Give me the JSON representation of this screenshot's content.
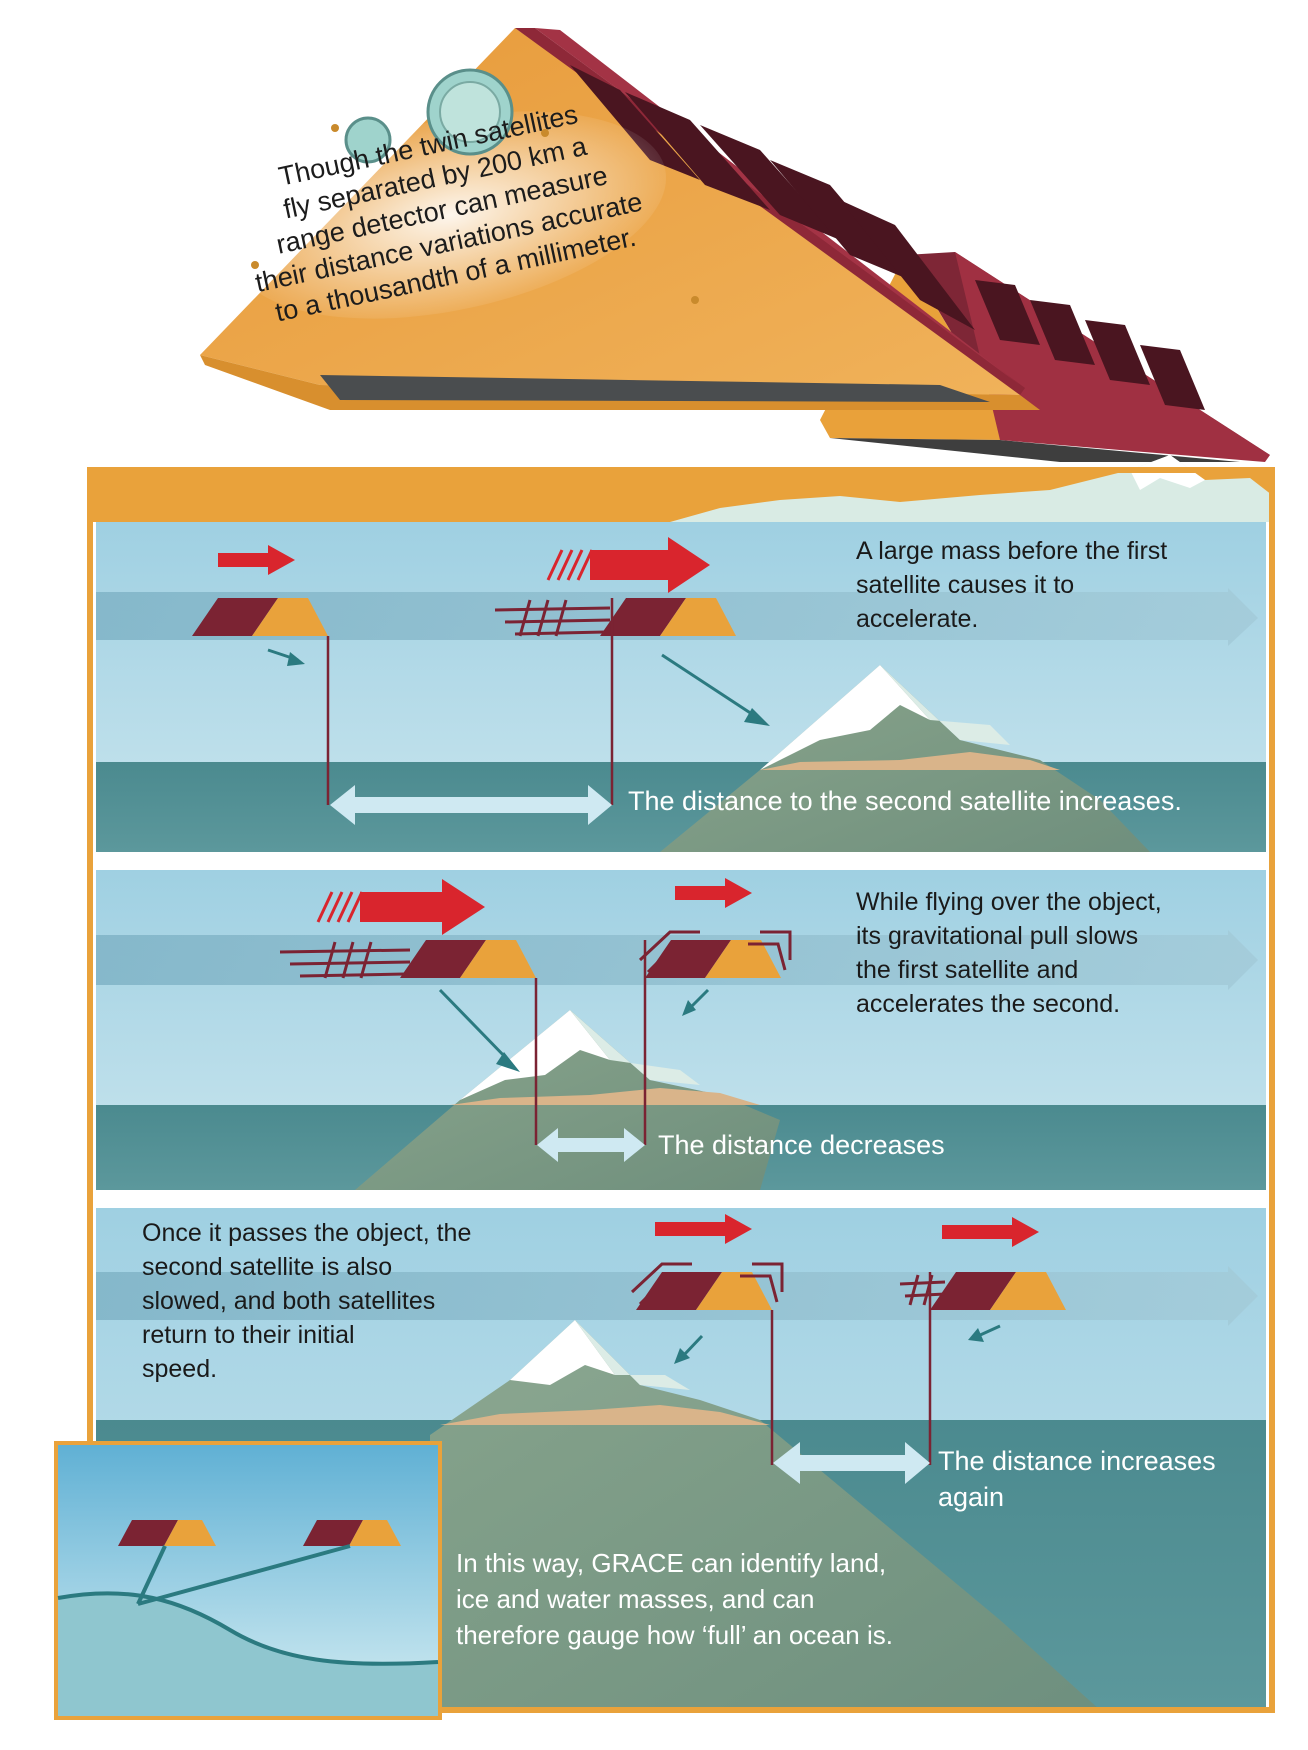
{
  "top_note": "Though the twin satellites\nfly separated by 200 km a\nrange detector can measure\ntheir distance variations accurate\nto a thousandth of a millimeter.",
  "panels": [
    {
      "text": "A large mass before the first\nsatellite causes it to\naccelerate.",
      "distance_text": "The distance to the second satellite increases."
    },
    {
      "text": "While flying over the object,\nits gravitational pull slows\nthe first satellite and\naccelerates the second.",
      "distance_text": "The distance decreases"
    },
    {
      "text": "Once it passes the object, the\nsecond satellite is also\nslowed, and both satellites\nreturn to their initial\nspeed.",
      "distance_text": "The distance increases\nagain"
    }
  ],
  "summary": "In this way, GRACE can identify land,\nice and water masses, and can\ntherefore gauge how ‘full’ an ocean is.",
  "colors": {
    "orange": "#e9a23b",
    "maroon": "#7b2333",
    "arrow_red": "#d9252d",
    "sky": "#a8d4e4",
    "sea": "#4f8b8f",
    "teal_arrow": "#2b7a80",
    "light_arrow": "#cfe9f2"
  }
}
